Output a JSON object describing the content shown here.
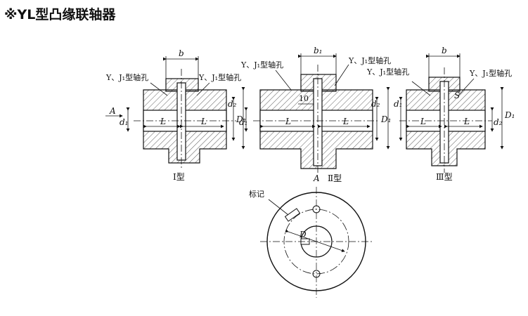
{
  "title": "※YL型凸缘联轴器",
  "labels": {
    "b": "b",
    "b1": "b₁",
    "bore_label": "Y、J₁型轴孔",
    "A": "A",
    "d1": "d₁",
    "d2": "d₂",
    "D1": "D₁",
    "L": "L",
    "S": "S",
    "D": "D",
    "ten": "10",
    "biaoji": "标记"
  },
  "captions": {
    "type1": "Ⅰ型",
    "type2": "Ⅱ型",
    "type3": "Ⅲ型"
  }
}
